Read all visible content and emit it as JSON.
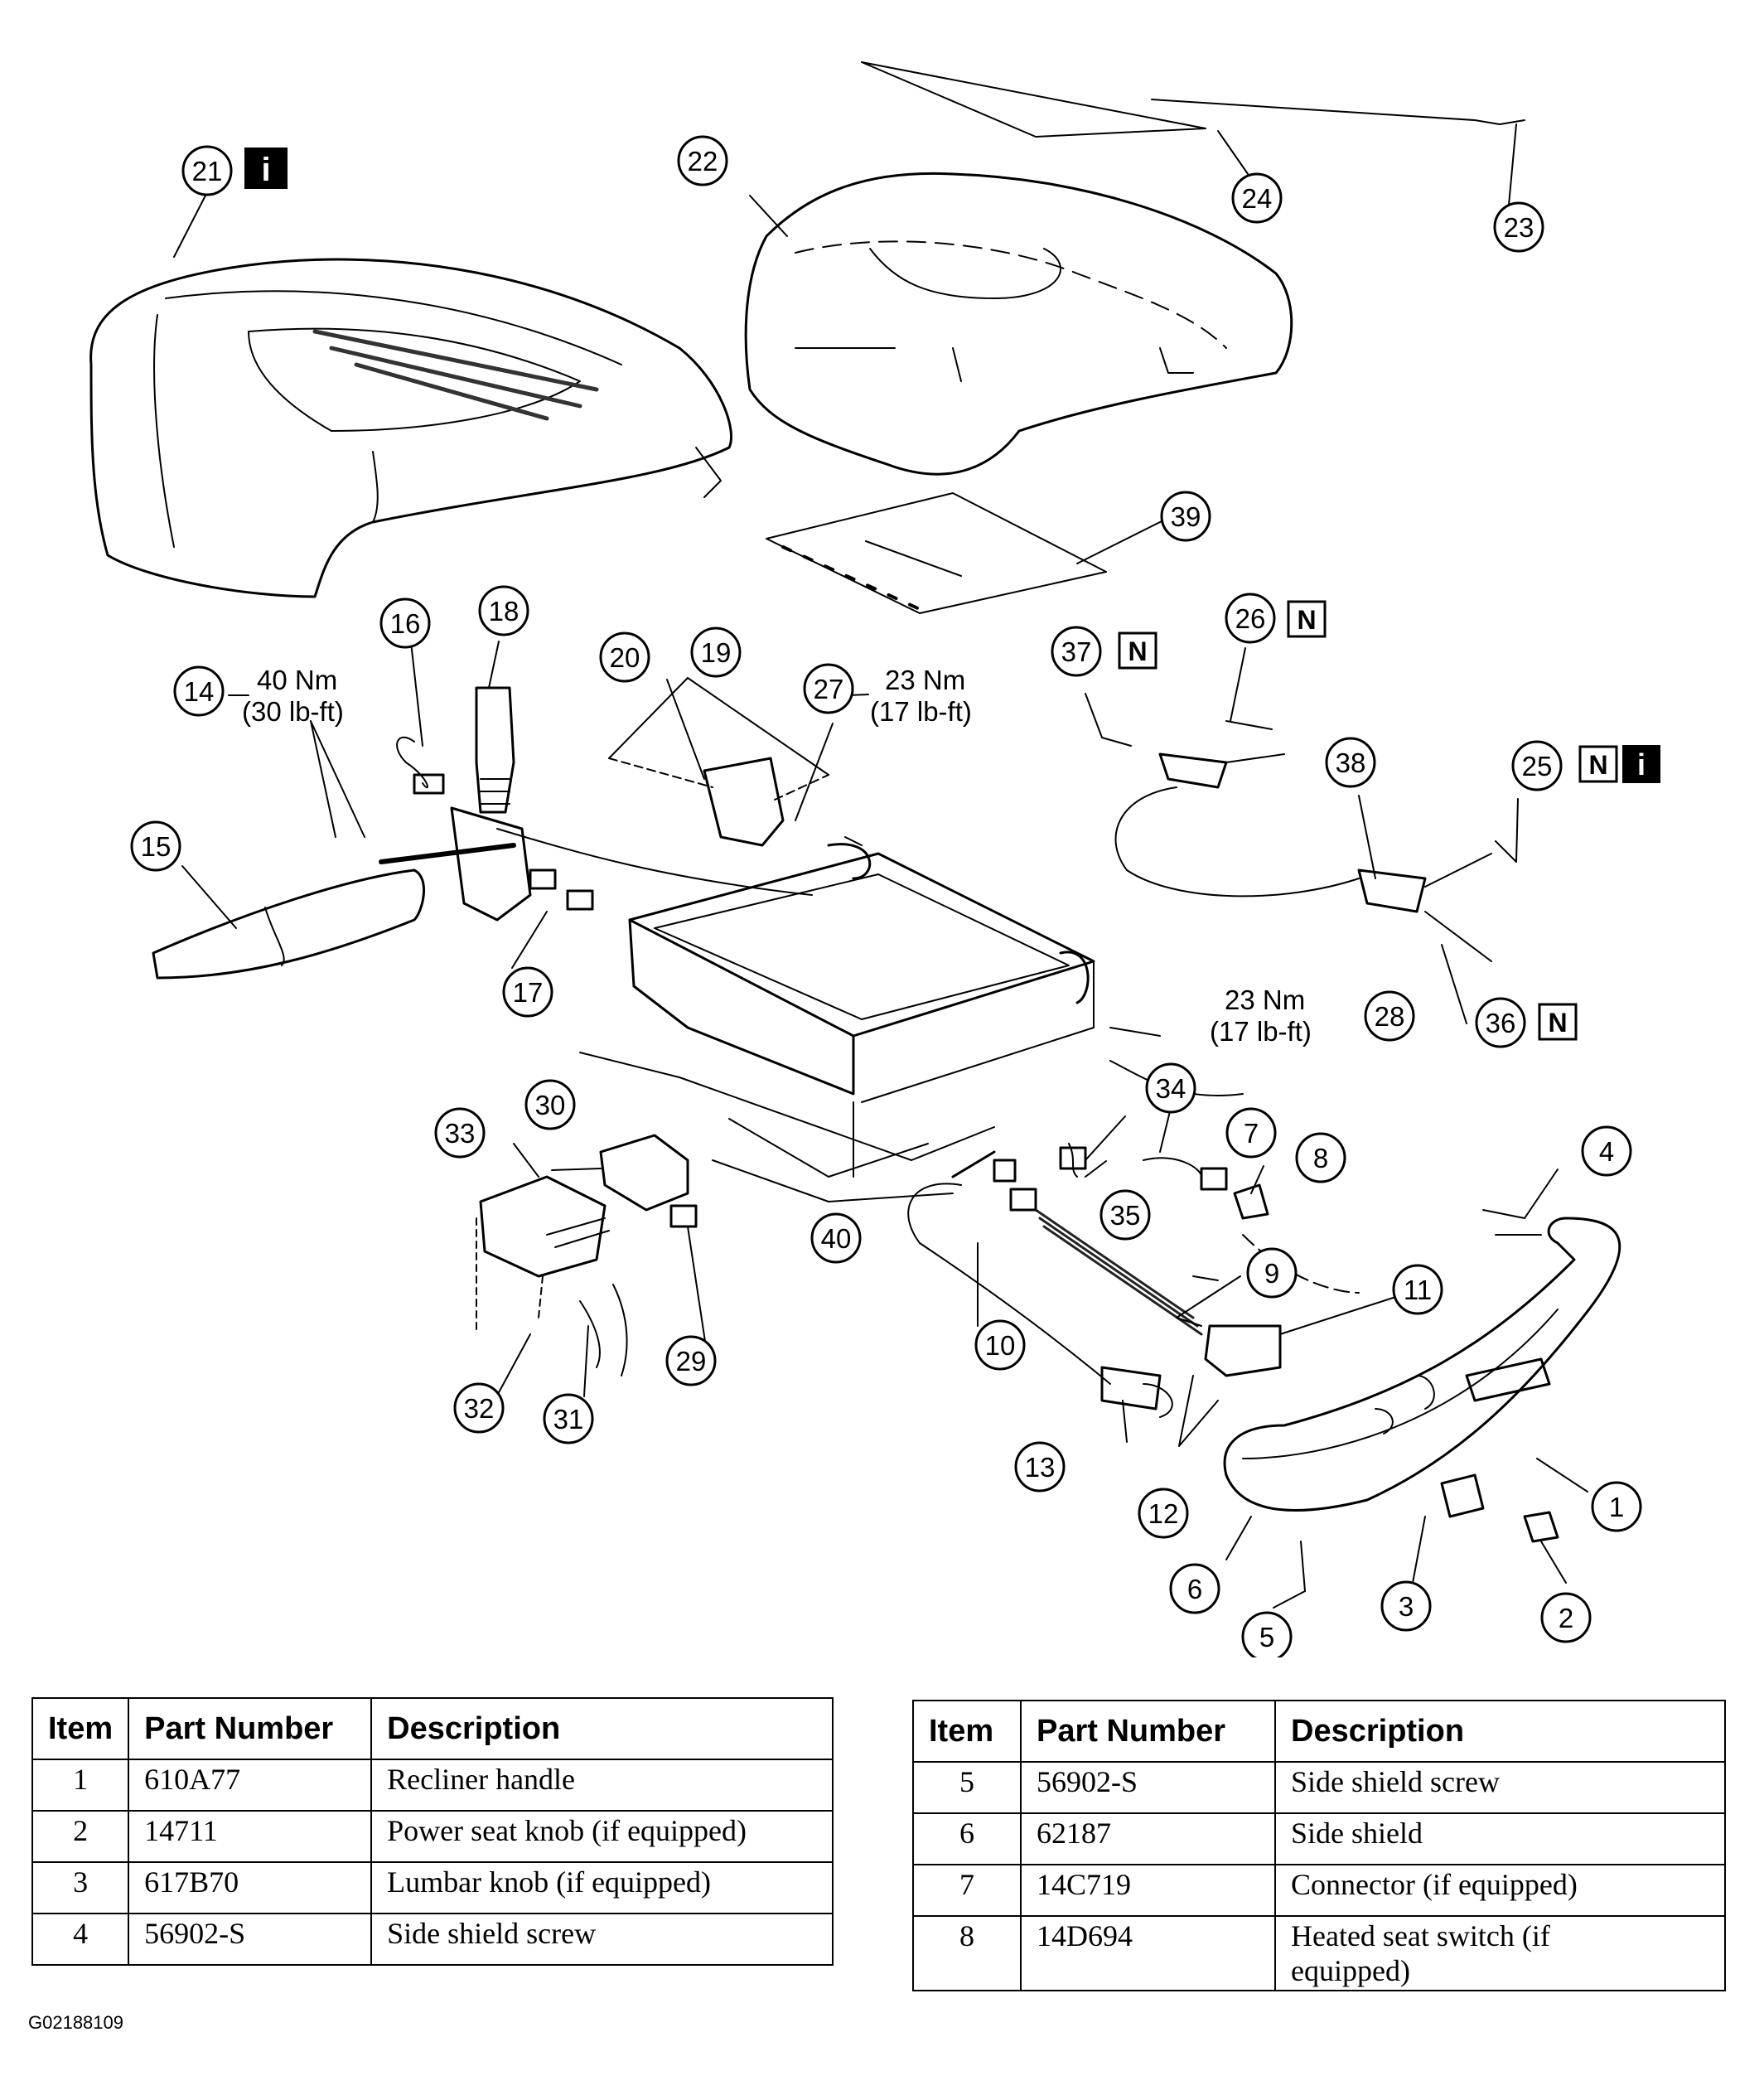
{
  "callouts": [
    "1",
    "2",
    "3",
    "4",
    "5",
    "6",
    "7",
    "8",
    "9",
    "10",
    "11",
    "12",
    "13",
    "14",
    "15",
    "16",
    "17",
    "18",
    "19",
    "20",
    "21",
    "22",
    "23",
    "24",
    "25",
    "26",
    "27",
    "28",
    "29",
    "30",
    "31",
    "32",
    "33",
    "34",
    "35",
    "36",
    "37",
    "38",
    "39",
    "40"
  ],
  "badges": {
    "info": "i",
    "new": "N"
  },
  "torque": {
    "t14": {
      "nm": "40 Nm",
      "lbft": "(30 lb-ft)"
    },
    "t27": {
      "nm": "23 Nm",
      "lbft": "(17 lb-ft)"
    },
    "t28": {
      "nm": "23 Nm",
      "lbft": "(17 lb-ft)"
    }
  },
  "table_left": {
    "headers": [
      "Item",
      "Part Number",
      "Description"
    ],
    "rows": [
      [
        "1",
        "610A77",
        "Recliner handle"
      ],
      [
        "2",
        "14711",
        "Power seat knob (if equipped)"
      ],
      [
        "3",
        "617B70",
        "Lumbar knob (if equipped)"
      ],
      [
        "4",
        "56902-S",
        "Side shield screw"
      ]
    ]
  },
  "table_right": {
    "headers": [
      "Item",
      "Part Number",
      "Description"
    ],
    "rows": [
      [
        "5",
        "56902-S",
        "Side shield screw"
      ],
      [
        "6",
        "62187",
        "Side shield"
      ],
      [
        "7",
        "14C719",
        "Connector (if equipped)"
      ],
      [
        "8",
        "14D694",
        "Heated seat switch (if",
        "equipped)"
      ]
    ]
  },
  "figure_code": "G02188109"
}
